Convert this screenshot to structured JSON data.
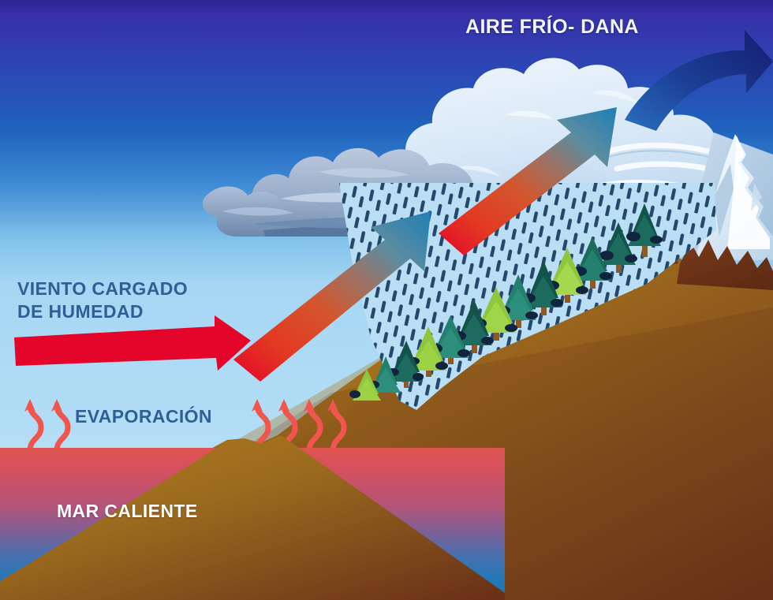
{
  "diagram": {
    "title": "AIRE FRÍO- DANA",
    "subject": "orographic-rainfall-dana",
    "labels": {
      "cold_air": "AIRE FRÍO- DANA",
      "moist_wind_line1": "VIENTO CARGADO",
      "moist_wind_line2": "DE HUMEDAD",
      "evaporation": "EVAPORACIÓN",
      "warm_sea": "MAR CALIENTE"
    },
    "elements": {
      "moist_wind_arrow": "red-horizontal-arrow-icon",
      "rising_air_arrow": "red-to-teal-ascending-arrow-icon",
      "cold_air_arrow": "dark-blue-curved-arrow-icon",
      "evaporation_squiggles": "red-squiggle-arrow-icon",
      "rain_band": "rain-dashes-region",
      "storm_clouds": "cumulonimbus-cloud-icon",
      "snow_peak": "snow-capped-summit-icon",
      "forest": "conifer-forest-icon",
      "sea": "warm-sea-gradient",
      "mountain": "brown-mountain-slope"
    },
    "counts": {
      "evaporation_squiggles_left": 2,
      "evaporation_squiggles_right": 4,
      "rain_dash_rows": 17
    },
    "colors": {
      "sky_top": "#3730a8",
      "sky_bottom": "#b5def6",
      "sea_top": "#d9485c",
      "sea_bottom": "#1178b8",
      "mountain_light": "#b07a1e",
      "mountain_dark": "#6a3118",
      "wind_arrow": "#e4052b",
      "rising_arrow_warm": "#e14a28",
      "rising_arrow_cold": "#1f7fb5",
      "cold_arrow": "#19267e",
      "rain_dash": "#1d3f63",
      "rain_bg": "#badff5",
      "cloud_grey": "#8fa6c4",
      "cloud_light": "#dce8f6",
      "tree_dark": "#1d6b5e",
      "tree_light": "#8ec63f",
      "label_blue": "#2f6095",
      "label_white": "#ffffff"
    }
  }
}
